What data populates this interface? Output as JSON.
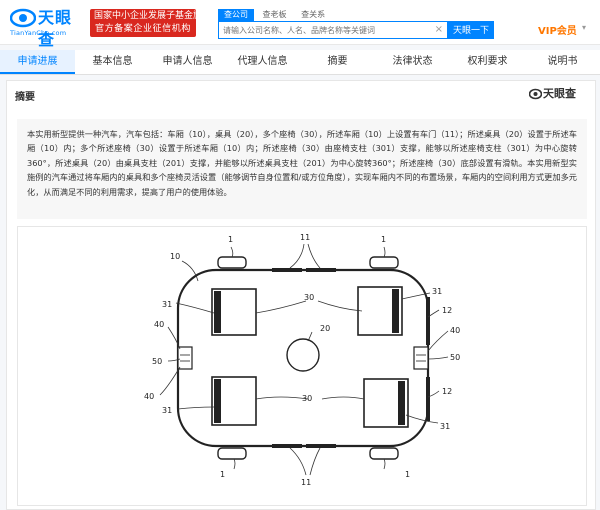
{
  "header": {
    "logo_text": "天眼查",
    "logo_sub": "TianYanCha.com",
    "badge_line1": "国家中小企业发展子基金旗下",
    "badge_line2": "官方备案企业征信机构",
    "search_tabs": [
      "查公司",
      "查老板",
      "查关系"
    ],
    "search_placeholder": "请输入公司名称、人名、品牌名称等关键词",
    "search_clear": "×",
    "search_button": "天眼一下",
    "vip_label": "VIP会员",
    "vip_caret": "▾",
    "brand_color": "#0084ff",
    "badge_color": "#d9281f"
  },
  "tabs": [
    {
      "label": "申请进展",
      "active": true
    },
    {
      "label": "基本信息",
      "active": false
    },
    {
      "label": "申请人信息",
      "active": false
    },
    {
      "label": "代理人信息",
      "active": false
    },
    {
      "label": "摘要",
      "active": false
    },
    {
      "label": "法律状态",
      "active": false
    },
    {
      "label": "权利要求",
      "active": false
    },
    {
      "label": "说明书",
      "active": false
    }
  ],
  "abstract": {
    "title": "摘要",
    "watermark": "天眼查",
    "text": "本实用新型提供一种汽车，汽车包括：车厢（10），桌具（20），多个座椅（30），所述车厢（10）上设置有车门（11）；所述桌具（20）设置于所述车厢（10）内；多个所述座椅（30）设置于所述车厢（10）内；所述座椅（30）由座椅支柱（301）支撑，能够以所述座椅支柱（301）为中心旋转360°，所述桌具（20）由桌具支柱（201）支撑，并能够以所述桌具支柱（201）为中心旋转360°；所述座椅（30）底部设置有滑轨。本实用新型实施例的汽车通过将车厢内的桌具和多个座椅灵活设置（能够调节自身位置和/或方位角度），实现车厢内不同的布置场景，车厢内的空间利用方式更加多元化，从而满足不同的利用需求，提高了用户的使用体验。"
  },
  "figure_labels": {
    "wheel": "1",
    "door": "11",
    "body": "10",
    "table": "20",
    "seat": "30",
    "seat_rail": "31",
    "side_part": "12",
    "window": "40",
    "side_panel": "50"
  }
}
